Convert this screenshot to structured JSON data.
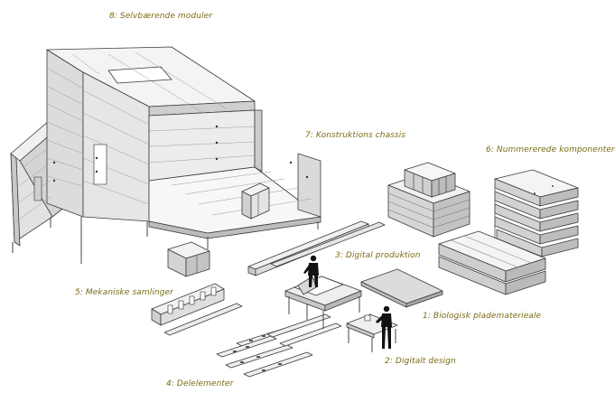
{
  "labels": {
    "l8": "8: Selvbærende moduler",
    "l7": "7: Konstruktions chassis",
    "l6": "6: Nummererede komponenter",
    "l3": "3: Digital produktion",
    "l5": "5: Mekaniske samlinger",
    "l1": "1: Biologisk pladematerieale",
    "l2": "2: Digitalt design",
    "l4": "4: Delelementer"
  },
  "colors": {
    "label_text": "#7a6c12",
    "line": "#3a3a3a",
    "face_light": "#f3f3f3",
    "face_mid": "#d9d9d9",
    "face_dark": "#b4b4b4",
    "figure": "#111111"
  }
}
